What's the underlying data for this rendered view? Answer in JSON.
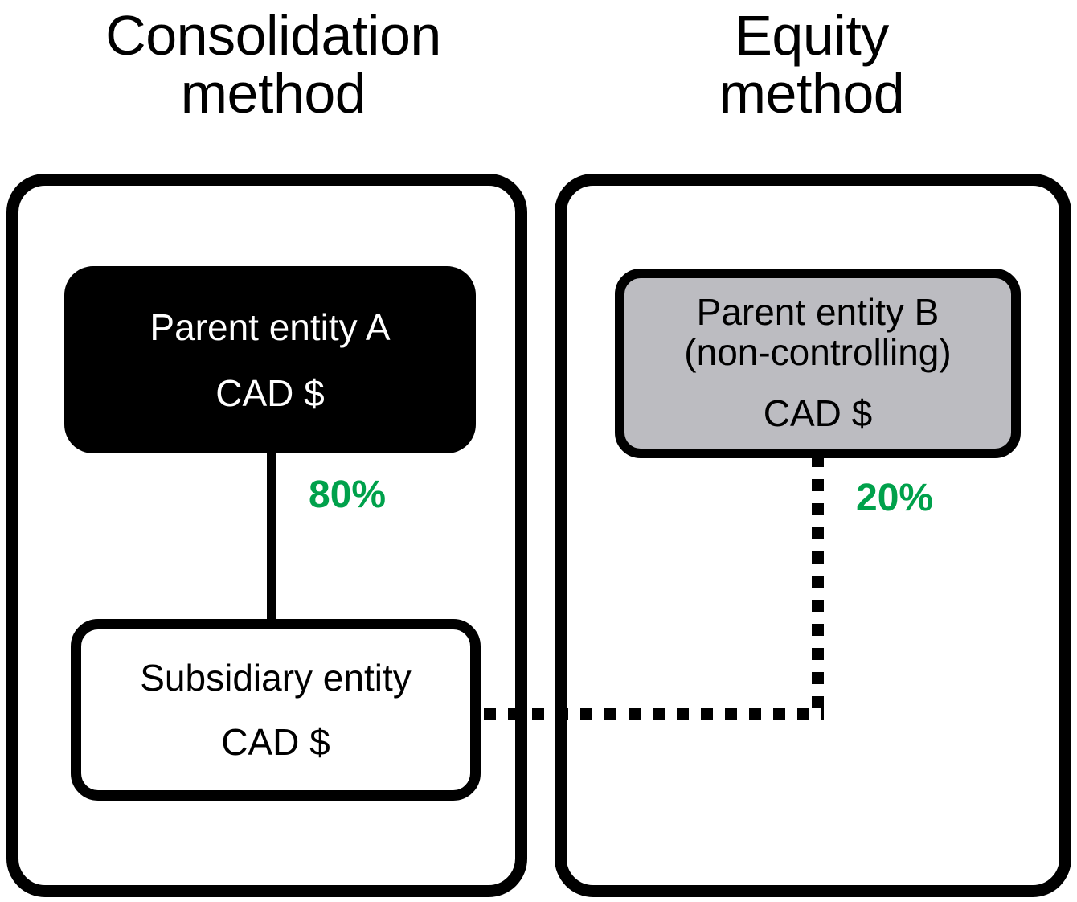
{
  "diagram": {
    "title_left": "Consolidation\nmethod",
    "title_right": "Equity\nmethod",
    "colors": {
      "accent_green": "#00a14b",
      "box_black_fill": "#000000",
      "box_gray_fill": "#bcbcc1",
      "box_white_fill": "#ffffff",
      "stroke": "#000000"
    },
    "consolidation": {
      "parent": {
        "name": "Parent entity A",
        "currency": "CAD $"
      },
      "subsidiary": {
        "name": "Subsidiary entity",
        "currency": "CAD $"
      },
      "ownership_label": "80%"
    },
    "equity": {
      "parent": {
        "name": "Parent entity B",
        "qualifier": "(non-controlling)",
        "currency": "CAD $"
      },
      "ownership_label": "20%"
    }
  }
}
